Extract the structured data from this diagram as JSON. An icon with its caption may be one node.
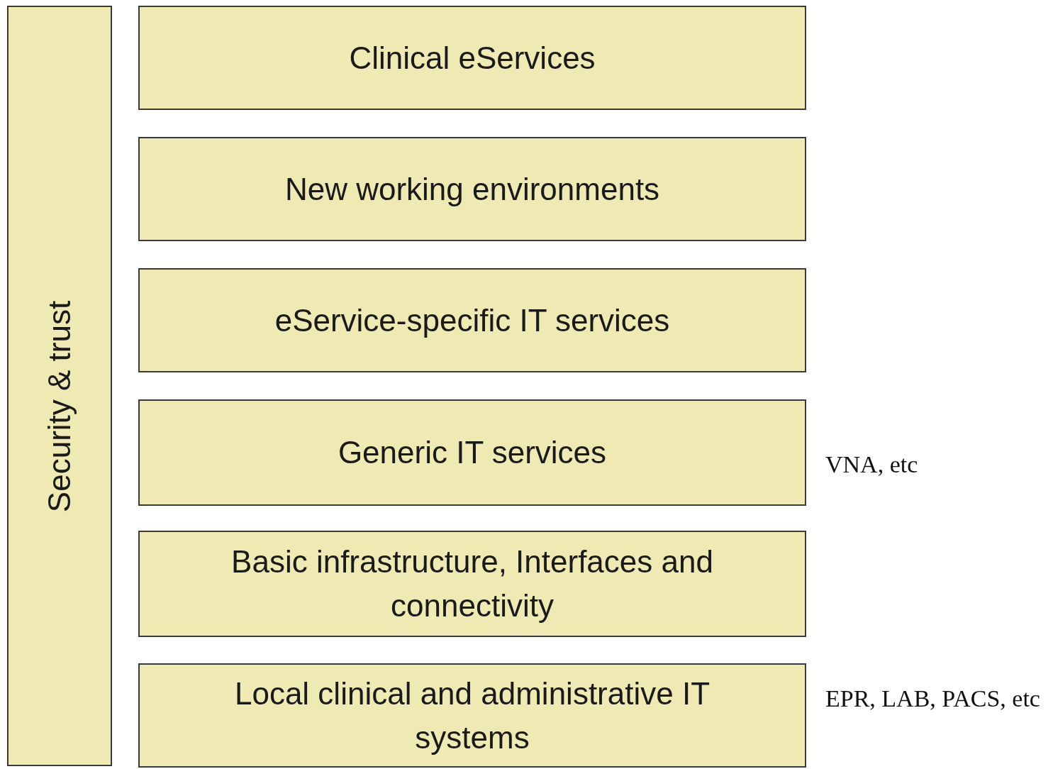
{
  "diagram": {
    "nodes": [
      {
        "text": [
          "Security & trust"
        ]
      },
      {
        "text": [
          "Clinical eServices"
        ]
      },
      {
        "text": [
          "New working environments"
        ]
      },
      {
        "text": [
          "eService-specific IT services"
        ]
      },
      {
        "text": [
          "Generic IT services"
        ],
        "beside": [
          "VNA, etc"
        ]
      },
      {
        "text": [
          "Basic infrastructure, Interfaces and connectivity"
        ]
      },
      {
        "text": [
          "Local clinical and administrative IT systems"
        ],
        "beside": [
          "EPR, LAB, PACS, etc"
        ]
      }
    ]
  }
}
